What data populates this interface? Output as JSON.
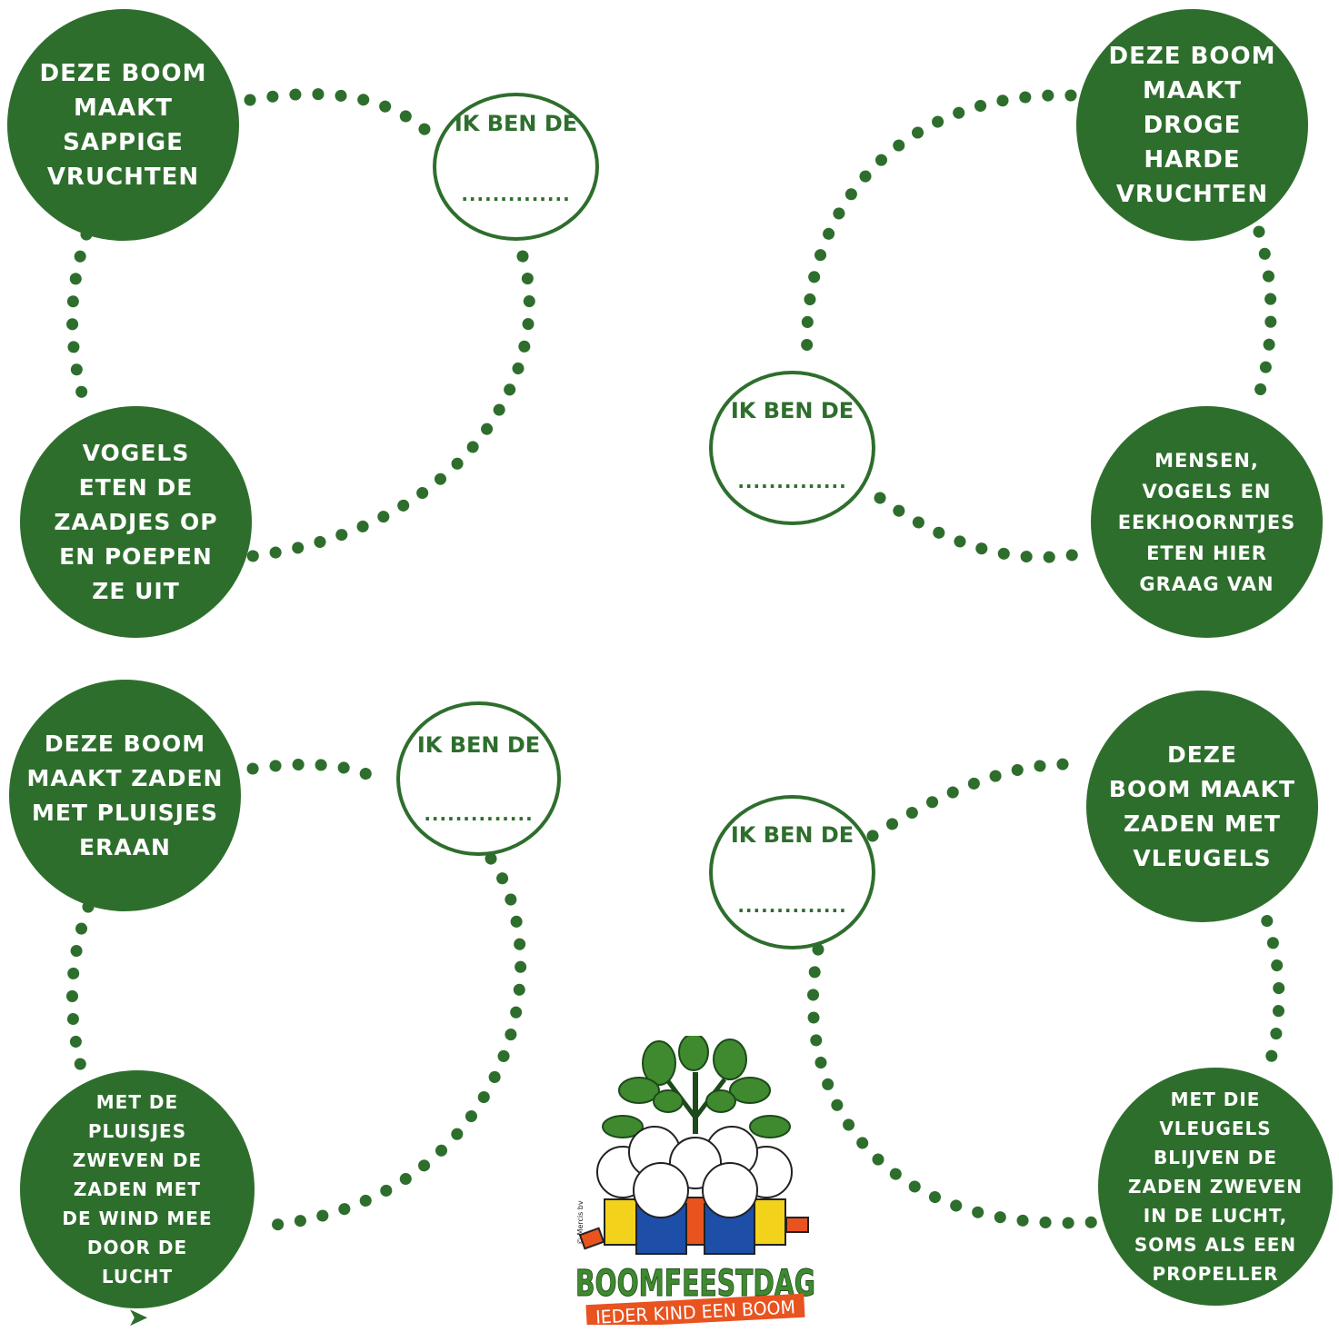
{
  "colors": {
    "green": "#2e6e2d",
    "orange": "#e8531f",
    "white": "#ffffff"
  },
  "worksheet": {
    "top_left": {
      "step1": "Deze boom\nmaakt\nsappige\nvruchten",
      "step2": "Vogels\neten de\nzaadjes op\nen poepen\nze uit",
      "answer_prompt": "Ik ben de",
      "answer_blank": ".............."
    },
    "top_right": {
      "step1": "Deze boom\nmaakt\ndroge harde\nvruchten",
      "step2": "Mensen,\nvogels en\neekhoorntjes\neten hier\ngraag van",
      "answer_prompt": "Ik ben de",
      "answer_blank": ".............."
    },
    "bottom_left": {
      "step1": "Deze boom\nmaakt zaden\nmet pluisjes\neraan",
      "step2": "Met de\npluisjes\nzweven de\nzaden met\nde wind mee\ndoor de\nlucht",
      "answer_prompt": "Ik ben de",
      "answer_blank": ".............."
    },
    "bottom_right": {
      "step1": "Deze\nboom maakt\nzaden met\nvleugels",
      "step2": "Met die\nvleugels\nblijven de\nzaden zweven\nin de lucht,\nsoms als een\npropeller",
      "answer_prompt": "Ik ben de",
      "answer_blank": ".............."
    }
  },
  "logo": {
    "brand": "BOOMFEESTDAG",
    "tagline": "IEDER KIND EEN BOOM",
    "copyright": "© Mercis bv"
  },
  "arrow_icon": "leaf-arrow-icon"
}
